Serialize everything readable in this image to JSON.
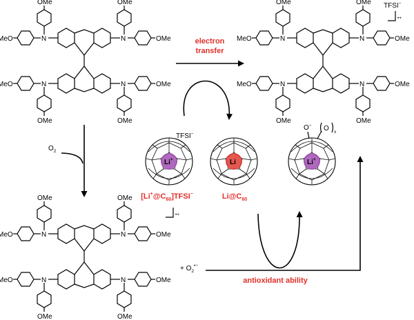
{
  "colors": {
    "accent_red": "#e0302a",
    "li_ion_purple": "#a14fb3",
    "li_atom_red": "#e03a30"
  },
  "molecules": {
    "substituent": "OMe",
    "substituent_left": "MeO",
    "amine_n": "N",
    "radical_cation_charge": "•+"
  },
  "labels": {
    "counterion": "TFSI",
    "counterion_charge": "−",
    "oxygen": "O",
    "oxygen_sub": "2",
    "superoxide_prefix": "+ O",
    "superoxide_sub": "2",
    "superoxide_charge": "•−",
    "electron_transfer_line1": "electron",
    "electron_transfer_line2": "transfer",
    "antioxidant": "antioxidant ability",
    "li_salt_part1": "[Li",
    "li_salt_plus": "+",
    "li_salt_part2": "@C",
    "li_salt_sub": "60",
    "li_salt_part3": "]TFSI",
    "li_salt_minus": "−",
    "li_c60_part1": "Li@C",
    "li_c60_sub": "60",
    "li_ion": "Li",
    "li_ion_charge": "+",
    "li_atom": "Li",
    "oxide_o": "O",
    "oxide_charge": "−",
    "peroxy_o": "O",
    "peroxy_x": "x"
  }
}
